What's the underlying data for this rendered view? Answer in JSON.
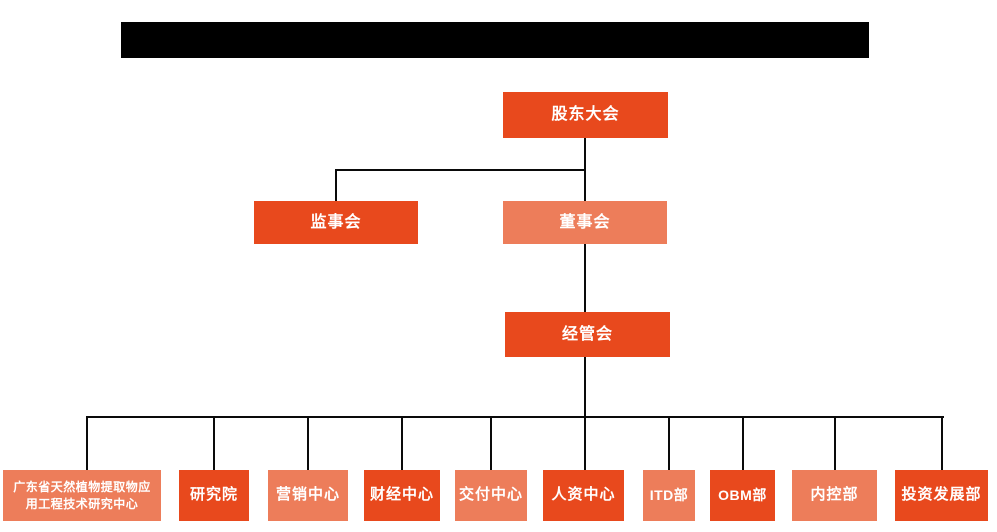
{
  "colors": {
    "node_primary": "#e8491d",
    "node_secondary": "#ed7d5a",
    "connector": "#0a0a0a",
    "node_text": "#ffffff",
    "redacted_bar": "#000000",
    "background": "#ffffff"
  },
  "org": {
    "level1": {
      "label": "股东大会",
      "variant": "primary"
    },
    "level2": [
      {
        "label": "监事会",
        "variant": "primary"
      },
      {
        "label": "董事会",
        "variant": "secondary"
      }
    ],
    "level3": {
      "label": "经管会",
      "variant": "primary"
    },
    "level4": [
      {
        "label": "广东省天然植物提取物应\n用工程技术研究中心",
        "variant": "secondary"
      },
      {
        "label": "研究院",
        "variant": "primary"
      },
      {
        "label": "营销中心",
        "variant": "secondary"
      },
      {
        "label": "财经中心",
        "variant": "primary"
      },
      {
        "label": "交付中心",
        "variant": "secondary"
      },
      {
        "label": "人资中心",
        "variant": "primary"
      },
      {
        "label": "ITD部",
        "variant": "secondary"
      },
      {
        "label": "OBM部",
        "variant": "primary"
      },
      {
        "label": "内控部",
        "variant": "secondary"
      },
      {
        "label": "投资发展部",
        "variant": "primary"
      }
    ]
  }
}
